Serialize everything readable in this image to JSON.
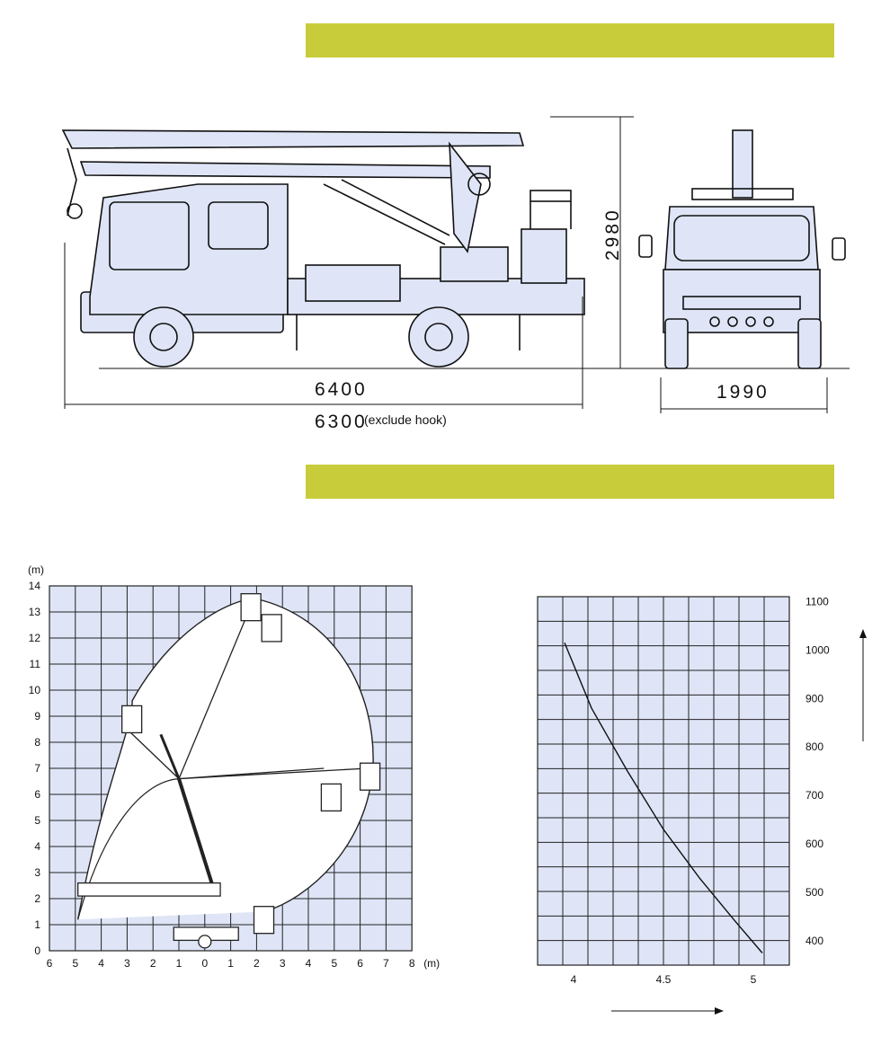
{
  "dimensions": {
    "length_total": "6400",
    "length_exclude_hook": "6300",
    "exclude_hook_note": "(exclude hook)",
    "height": "2980",
    "width": "1990"
  },
  "colors": {
    "header_bar": "#c9cc3a",
    "grid_fill": "#dfe5f7",
    "grid_line": "#222222"
  },
  "chart_data": [
    {
      "type": "diagram",
      "x_ticks": [
        "6",
        "5",
        "4",
        "3",
        "2",
        "1",
        "0",
        "1",
        "2",
        "3",
        "4",
        "5",
        "6",
        "7",
        "8"
      ],
      "x_unit": "(m)",
      "y_ticks": [
        "0",
        "1",
        "2",
        "3",
        "4",
        "5",
        "6",
        "7",
        "8",
        "9",
        "10",
        "11",
        "12",
        "13",
        "14"
      ],
      "y_unit": "(m)"
    },
    {
      "type": "line",
      "x_ticks": [
        "4",
        "4.5",
        "5"
      ],
      "y_ticks": [
        "400",
        "500",
        "600",
        "700",
        "800",
        "900",
        "1000",
        "1100"
      ],
      "x": [
        3.95,
        4.1,
        4.3,
        4.5,
        4.7,
        4.9,
        5.05
      ],
      "y": [
        1015,
        880,
        750,
        630,
        530,
        440,
        375
      ],
      "xlim": [
        3.8,
        5.2
      ],
      "ylim": [
        350,
        1110
      ]
    }
  ]
}
